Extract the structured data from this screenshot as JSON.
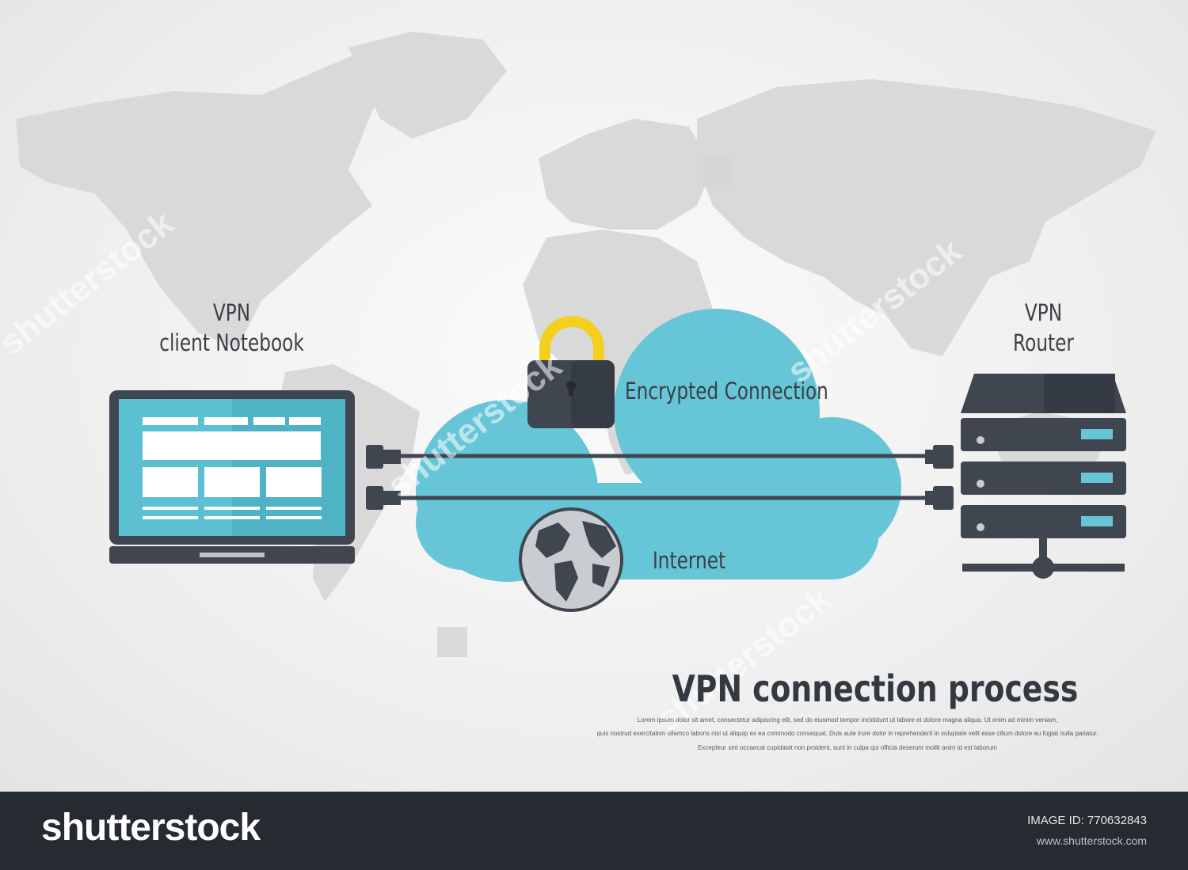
{
  "labels": {
    "client_line1": "VPN",
    "client_line2": "client Notebook",
    "router_line1": "VPN",
    "router_line2": "Router",
    "encrypted": "Encrypted Connection",
    "internet": "Internet"
  },
  "title": "VPN connection process",
  "body_text": [
    "Lorem ipsum dolor sit amet, consectetur adipiscing elit, sed do eiusmod tempor incididunt ut labore et dolore magna aliqua. Ut enim ad minim veniam,",
    "quis nostrud exercitation ullamco laboris nisi ut aliquip ex ea commodo consequat. Duis aute irure dolor in reprehenderit in voluptate velit esse cillum dolore eu fugiat nulla pariatur.",
    "Excepteur sint occaecat cupidatat non proident, sunt in culpa qui officia deserunt mollit anim id est laborum"
  ],
  "watermark": "shutterstock",
  "footer": {
    "logo": "shutterstock",
    "image_id": "IMAGE ID: 770632843",
    "url": "www.shutterstock.com"
  },
  "colors": {
    "cloud": "#66c6d8",
    "lock_shackle": "#f5cf1e",
    "device_dark": "#3f4650",
    "screen": "#5bc0d2",
    "map": "#d9d9d9"
  },
  "icons": [
    "laptop-icon",
    "lock-icon",
    "cloud-icon",
    "globe-icon",
    "server-icon",
    "network-cable-icon"
  ]
}
